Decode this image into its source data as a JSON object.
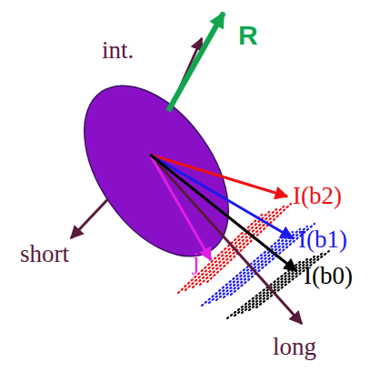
{
  "diagram": {
    "labels": [
      "int.",
      "R",
      "short",
      "j",
      "I(b2)",
      "I(b1)",
      "I(b0)",
      "long"
    ]
  }
}
